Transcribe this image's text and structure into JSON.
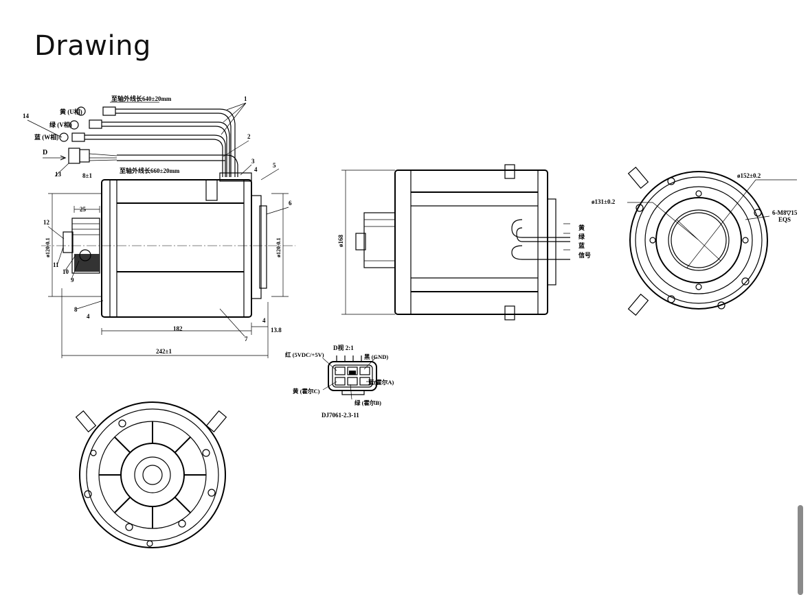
{
  "page": {
    "title": "Drawing"
  },
  "side_view": {
    "cable_length_phase": "至轴外线长640±20mm",
    "cable_length_signal": "至轴外线长660±20mm",
    "phase_u": "黄 (U相)",
    "phase_v": "绿 (V相)",
    "phase_w": "蓝 (W相)",
    "view_d": "D",
    "dim_8": "8±1",
    "dim_25": "25",
    "dim_dia_left": "ø120-0.1",
    "dim_dia_right": "ø120-0.1",
    "dim_4a": "4",
    "dim_4b": "4",
    "dim_182": "182",
    "dim_13_8": "13.8",
    "dim_242": "242±1",
    "callouts": [
      "1",
      "2",
      "3",
      "4",
      "5",
      "6",
      "7",
      "8",
      "9",
      "10",
      "11",
      "12",
      "13",
      "14"
    ]
  },
  "front_view": {
    "dim_dia": "ø168",
    "wire_labels": [
      "黄",
      "绿",
      "蓝",
      "信号"
    ]
  },
  "end_view": {
    "dim_152": "ø152±0.2",
    "dim_131": "ø131±0.2",
    "thread": "6-M8▽15",
    "eqs": "EQS"
  },
  "connector_detail": {
    "title": "D视 2:1",
    "red": "红 (5VDC/+5V)",
    "black": "黑 (GND)",
    "blue": "蓝(霍尔A)",
    "yellow": "黄 (霍尔C)",
    "green": "绿 (霍尔B)",
    "part_no": "DJ7061-2.3-11"
  }
}
